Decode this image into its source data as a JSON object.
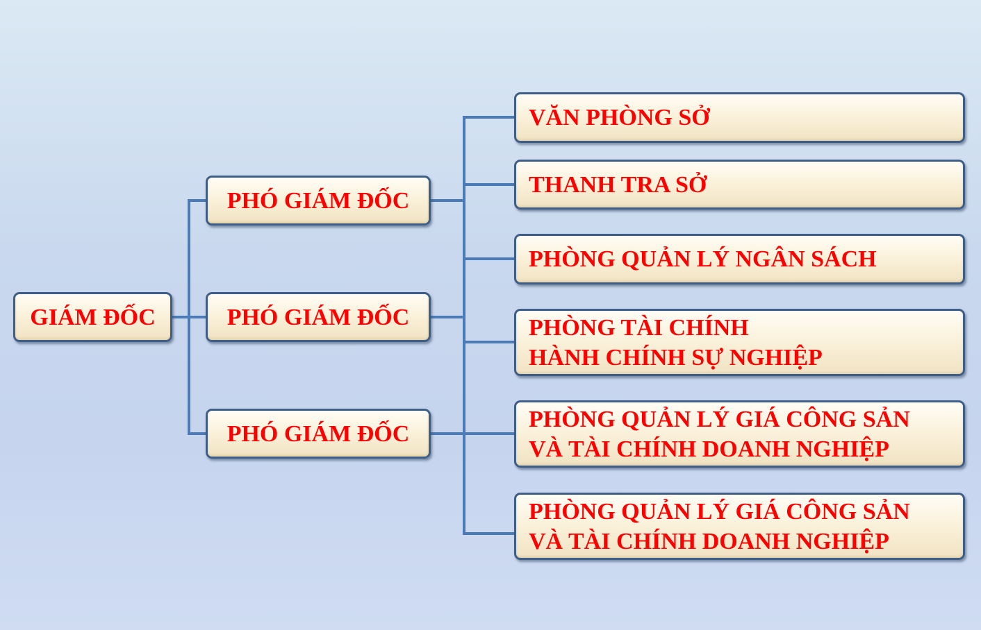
{
  "director": {
    "label": "GIÁM ĐỐC"
  },
  "deputies": [
    {
      "label": "PHÓ GIÁM ĐỐC"
    },
    {
      "label": "PHÓ GIÁM ĐỐC"
    },
    {
      "label": "PHÓ GIÁM ĐỐC"
    }
  ],
  "departments": [
    {
      "lines": [
        "VĂN PHÒNG SỞ"
      ]
    },
    {
      "lines": [
        "THANH TRA SỞ"
      ]
    },
    {
      "lines": [
        "PHÒNG QUẢN LÝ NGÂN SÁCH"
      ]
    },
    {
      "lines": [
        "PHÒNG TÀI CHÍNH",
        "HÀNH CHÍNH SỰ NGHIỆP"
      ]
    },
    {
      "lines": [
        "PHÒNG QUẢN LÝ GIÁ CÔNG SẢN",
        "VÀ TÀI CHÍNH DOANH NGHIỆP"
      ]
    },
    {
      "lines": [
        "PHÒNG QUẢN LÝ GIÁ CÔNG SẢN",
        "VÀ TÀI CHÍNH DOANH NGHIỆP"
      ]
    }
  ],
  "colors": {
    "text": "#ff0000",
    "border": "#3f5e86",
    "connector": "#4a7bb7",
    "box_fill": "#fbf2dc"
  }
}
